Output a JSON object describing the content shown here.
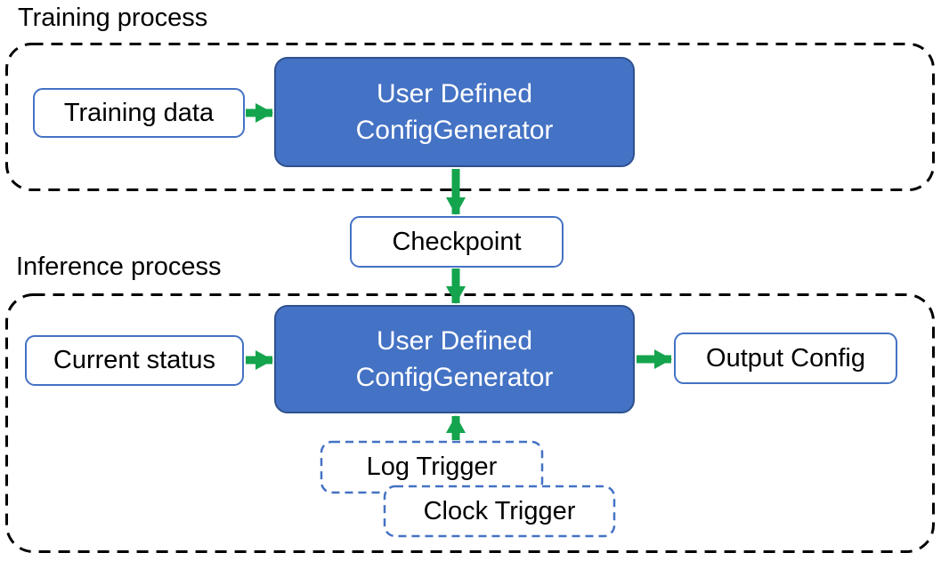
{
  "labels": {
    "training_section": "Training process",
    "inference_section": "Inference process"
  },
  "nodes": {
    "training_data": "Training data",
    "generator_line1": "User Defined",
    "generator_line2": "ConfigGenerator",
    "checkpoint": "Checkpoint",
    "current_status": "Current status",
    "output_config": "Output Config",
    "log_trigger": "Log Trigger",
    "clock_trigger": "Clock Trigger"
  },
  "edges": [
    {
      "from": "Training data",
      "to": "User Defined ConfigGenerator (training)"
    },
    {
      "from": "User Defined ConfigGenerator (training)",
      "to": "Checkpoint"
    },
    {
      "from": "Checkpoint",
      "to": "User Defined ConfigGenerator (inference)"
    },
    {
      "from": "Current status",
      "to": "User Defined ConfigGenerator (inference)"
    },
    {
      "from": "User Defined ConfigGenerator (inference)",
      "to": "Output Config"
    },
    {
      "from": "Log Trigger / Clock Trigger",
      "to": "User Defined ConfigGenerator (inference)"
    }
  ],
  "colors": {
    "node_fill_blue": "#4472C4",
    "node_border_dark": "#2F528F",
    "outline_blue": "#4472C4",
    "arrow_green": "#14A44D",
    "container_dash": "#000000",
    "text_dark": "#000000",
    "text_light": "#FFFFFF",
    "background": "#FFFFFF"
  }
}
